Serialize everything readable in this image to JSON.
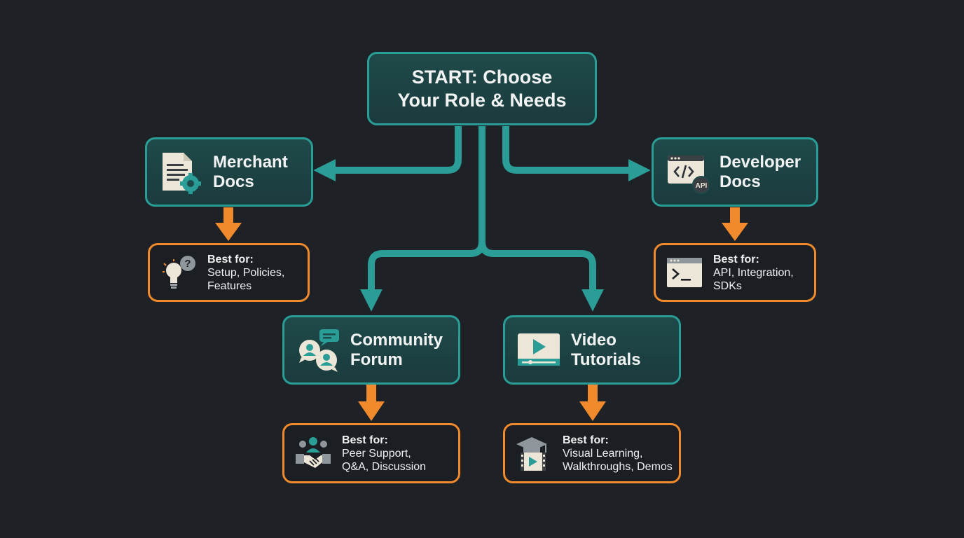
{
  "colors": {
    "teal": "#2a9d97",
    "orange": "#f08a2c",
    "background": "#1e2126"
  },
  "start": {
    "line1": "START: Choose",
    "line2": "Your Role & Needs"
  },
  "nodes": {
    "merchant": {
      "line1": "Merchant",
      "line2": "Docs",
      "icon": "document-gear-icon",
      "best_for_label": "Best for:",
      "best_line1": "Setup, Policies,",
      "best_line2": "Features",
      "best_icon": "lightbulb-question-icon"
    },
    "developer": {
      "line1": "Developer",
      "line2": "Docs",
      "icon": "code-window-api-icon",
      "api_badge": "API",
      "best_for_label": "Best for:",
      "best_line1": "API, Integration,",
      "best_line2": "SDKs",
      "best_icon": "terminal-icon"
    },
    "community": {
      "line1": "Community",
      "line2": "Forum",
      "icon": "chat-users-icon",
      "best_for_label": "Best for:",
      "best_line1": "Peer Support,",
      "best_line2": "Q&A, Discussion",
      "best_icon": "handshake-group-icon"
    },
    "video": {
      "line1": "Video",
      "line2": "Tutorials",
      "icon": "video-player-icon",
      "best_for_label": "Best for:",
      "best_line1": "Visual Learning,",
      "best_line2": "Walkthroughs, Demos",
      "best_icon": "graduation-video-icon"
    }
  }
}
